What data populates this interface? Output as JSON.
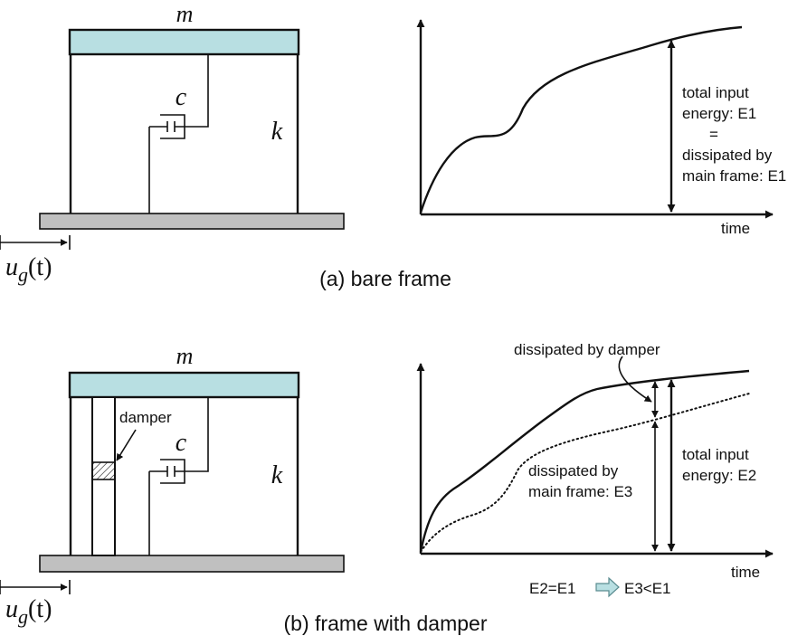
{
  "colors": {
    "mass": "#b8dfe2",
    "ground": "#c0c0c0",
    "ink": "#111111",
    "arrow_fill": "#b8dfe2"
  },
  "panel_a": {
    "mass_label": "m",
    "damping_label": "c",
    "stiffness_label": "k",
    "ground_motion_label": "u",
    "ground_motion_sub": "g",
    "ground_motion_arg": "(t)",
    "caption": "(a) bare frame",
    "time_label": "time",
    "energy_text": [
      "total input",
      "energy: E1",
      "=",
      "dissipated by",
      "main frame: E1"
    ]
  },
  "panel_b": {
    "mass_label": "m",
    "damping_label": "c",
    "stiffness_label": "k",
    "damper_label": "damper",
    "ground_motion_label": "u",
    "ground_motion_sub": "g",
    "ground_motion_arg": "(t)",
    "caption": "(b) frame with damper",
    "time_label": "time",
    "damper_dissipation": "dissipated by damper",
    "main_frame_text": [
      "dissipated by",
      "main frame: E3"
    ],
    "total_text": [
      "total input",
      "energy: E2"
    ],
    "relation_left": "E2=E1",
    "relation_right": "E3<E1",
    "relation_arrow": "right-arrow-icon"
  }
}
